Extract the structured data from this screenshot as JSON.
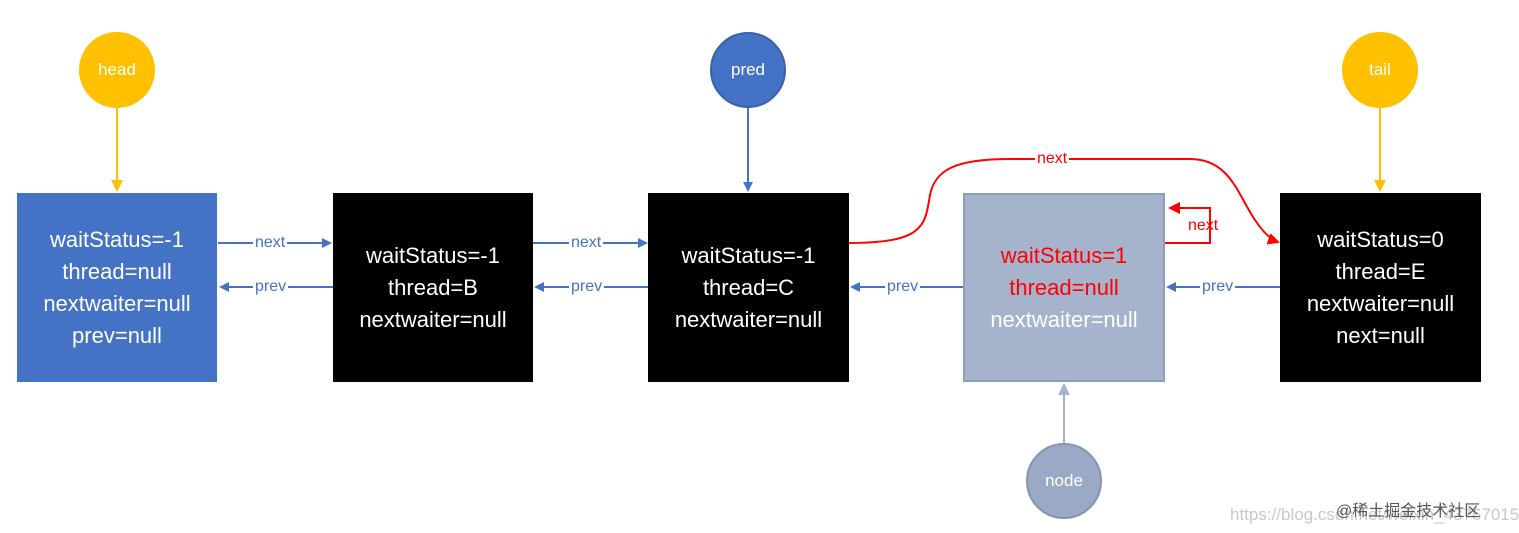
{
  "colors": {
    "blue": "#4472c4",
    "black": "#000000",
    "gray_node": "#a5b4cc",
    "gold": "#ffc000",
    "red": "#ff0000",
    "node_circle": "#9aaac4"
  },
  "pointers": {
    "head": "head",
    "pred": "pred",
    "tail": "tail",
    "node": "node"
  },
  "nodes": [
    {
      "lines": [
        "waitStatus=-1",
        "thread=null",
        "nextwaiter=null",
        "prev=null"
      ]
    },
    {
      "lines": [
        "waitStatus=-1",
        "thread=B",
        "nextwaiter=null"
      ]
    },
    {
      "lines": [
        "waitStatus=-1",
        "thread=C",
        "nextwaiter=null"
      ]
    },
    {
      "lines": [
        "waitStatus=1",
        "thread=null",
        "nextwaiter=null"
      ],
      "highlight_lines": 2
    },
    {
      "lines": [
        "waitStatus=0",
        "thread=E",
        "nextwaiter=null",
        "next=null"
      ]
    }
  ],
  "links": {
    "next": "next",
    "prev": "prev"
  },
  "watermark": {
    "url": "https://blog.csdn.net/weixin_43767015",
    "brand": "@稀土掘金技术社区"
  }
}
